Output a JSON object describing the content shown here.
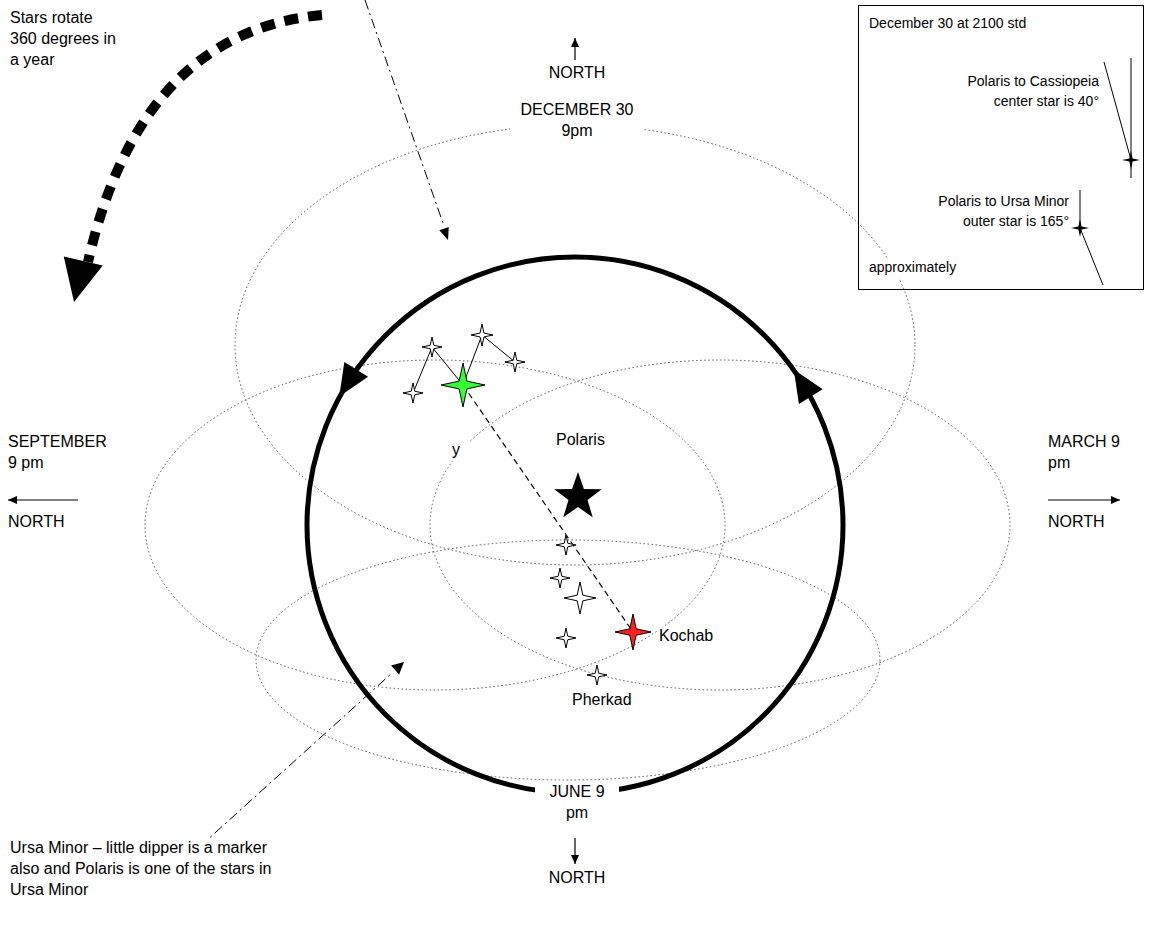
{
  "diagram": {
    "nodes": [
      {
        "text": [
          "December 30 at 2100 std",
          "Polaris to Cassiopeia center star is 40°",
          "Polaris to Ursa Minor outer star is 165°",
          "approximately"
        ]
      }
    ],
    "labels": [
      "NORTH",
      "DECEMBER 30 9pm",
      "Stars rotate 360 degrees in a year",
      "SEPTEMBER 9 pm",
      "NORTH",
      "Polaris",
      "MARCH 9 pm",
      "NORTH",
      "y",
      "Kochab",
      "Pherkad",
      "Ursa Minor – little dipper is a marker also and Polaris is one of the stars in Ursa Minor",
      "JUNE 9 pm",
      "NORTH"
    ]
  }
}
